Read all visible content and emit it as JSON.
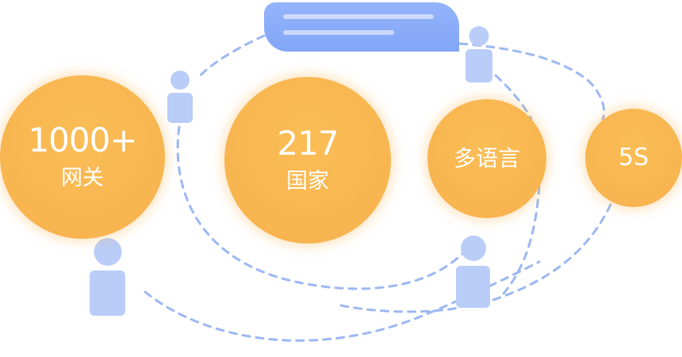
{
  "stats": [
    {
      "value": "1000+",
      "label": "网关"
    },
    {
      "value": "217",
      "label": "国家"
    },
    {
      "value": "",
      "label": "多语言"
    },
    {
      "value": "5S",
      "label": ""
    }
  ],
  "colors": {
    "bubble": "#f8b550",
    "figure": "#b9cdf8",
    "connector": "#9cb8f2",
    "chat_bubble": "#8aacf9"
  },
  "icons": [
    "person-icon",
    "chat-bubble-icon"
  ]
}
